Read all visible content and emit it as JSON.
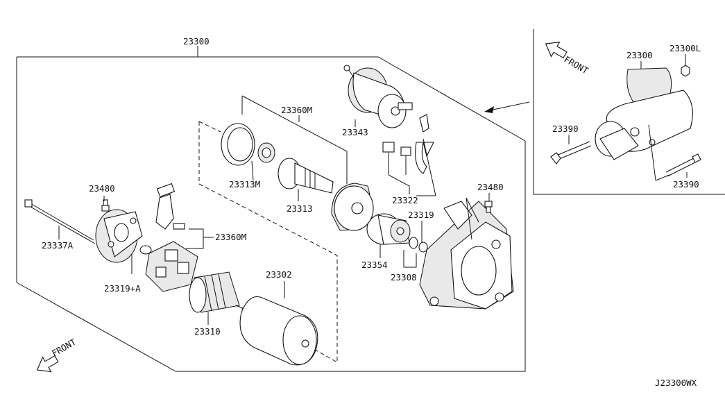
{
  "diagram": {
    "code": "J23300WX",
    "front_label": "FRONT",
    "labels": {
      "assembly": "23300",
      "solenoid": "23343",
      "gear_set": "23360M",
      "bracket_set": "23360M",
      "pinion_gear": "23313M",
      "shaft": "23313",
      "lever_set": "23322",
      "bolt_rear": "23480",
      "bolt_front": "23480",
      "through_bolt": "23337A",
      "brush_holder": "23319+A",
      "bushing": "23319",
      "clutch": "23354",
      "stop_ring": "23308",
      "yoke": "23302",
      "armature": "23310"
    },
    "inset": {
      "assembly": "23300",
      "nut": "23300L",
      "bolt_left": "23390",
      "bolt_right": "23390"
    }
  }
}
